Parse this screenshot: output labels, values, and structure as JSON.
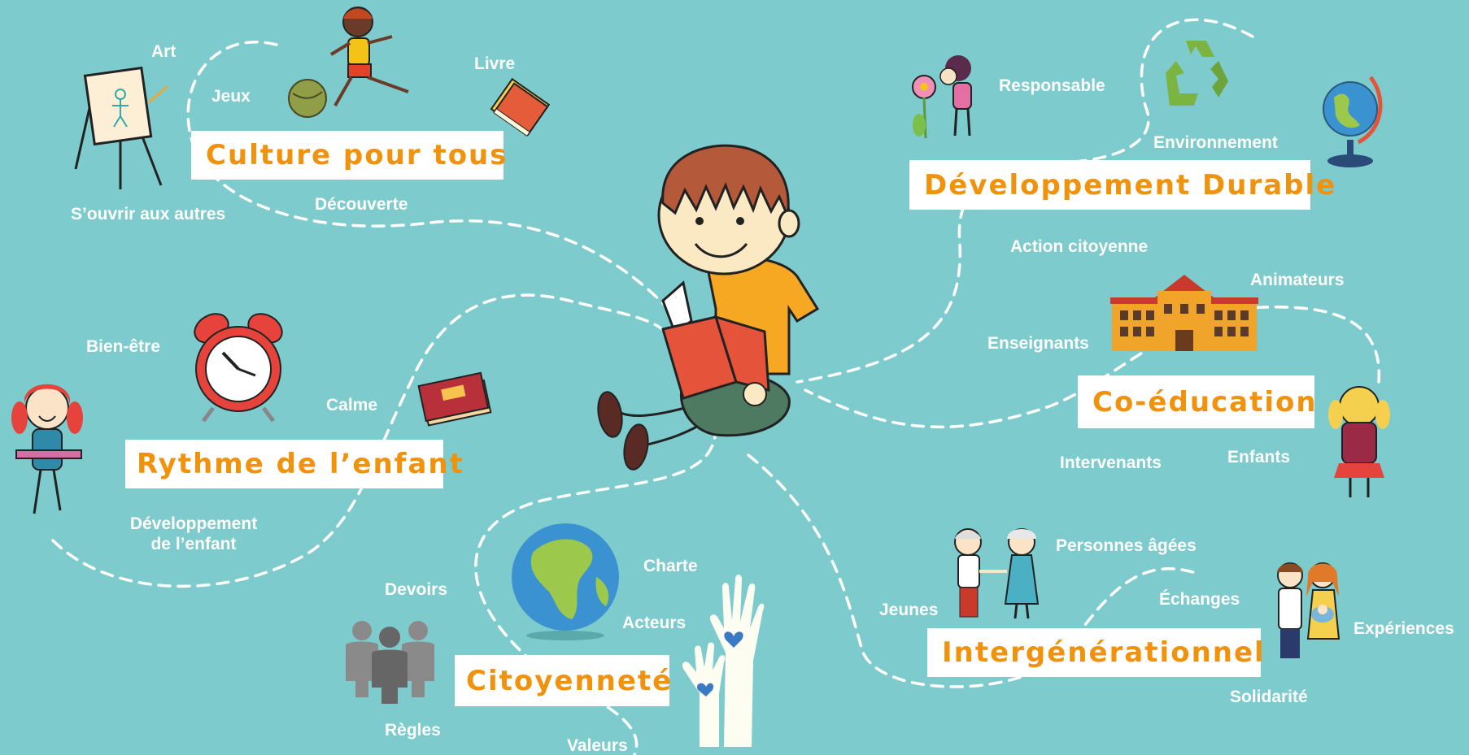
{
  "colors": {
    "background": "#7ecbcd",
    "title_text": "#f0920c",
    "title_box": "#ffffff",
    "label_text": "#ffffff",
    "path": "#ffffff"
  },
  "themes": {
    "culture": {
      "title": "Culture pour tous",
      "labels": [
        "Art",
        "Jeux",
        "Livre",
        "S’ouvrir aux autres",
        "Découverte"
      ]
    },
    "developpement_durable": {
      "title": "Développement Durable",
      "labels": [
        "Responsable",
        "Environnement",
        "Action citoyenne"
      ]
    },
    "rythme": {
      "title": "Rythme de l’enfant",
      "labels": [
        "Bien-être",
        "Calme",
        "Développement",
        "de l’enfant"
      ]
    },
    "coeducation": {
      "title": "Co-éducation",
      "labels": [
        "Animateurs",
        "Enseignants",
        "Intervenants",
        "Enfants"
      ]
    },
    "citoyennete": {
      "title": "Citoyenneté",
      "labels": [
        "Charte",
        "Devoirs",
        "Acteurs",
        "Règles",
        "Valeurs"
      ]
    },
    "intergenerationnel": {
      "title": "Intergénérationnel",
      "labels": [
        "Personnes âgées",
        "Échanges",
        "Jeunes",
        "Expériences",
        "Solidarité"
      ]
    }
  },
  "icons": [
    "easel-icon",
    "soccer-boy-icon",
    "ball-icon",
    "book-icon",
    "girl-with-flower-icon",
    "recycle-icon",
    "globe-stand-icon",
    "alarm-clock-icon",
    "red-book-icon",
    "girl-tray-icon",
    "school-building-icon",
    "girl-backpack-icon",
    "earth-globe-icon",
    "raised-hands-icon",
    "people-group-icon",
    "elderly-couple-icon",
    "family-icon",
    "reading-boy-icon"
  ]
}
